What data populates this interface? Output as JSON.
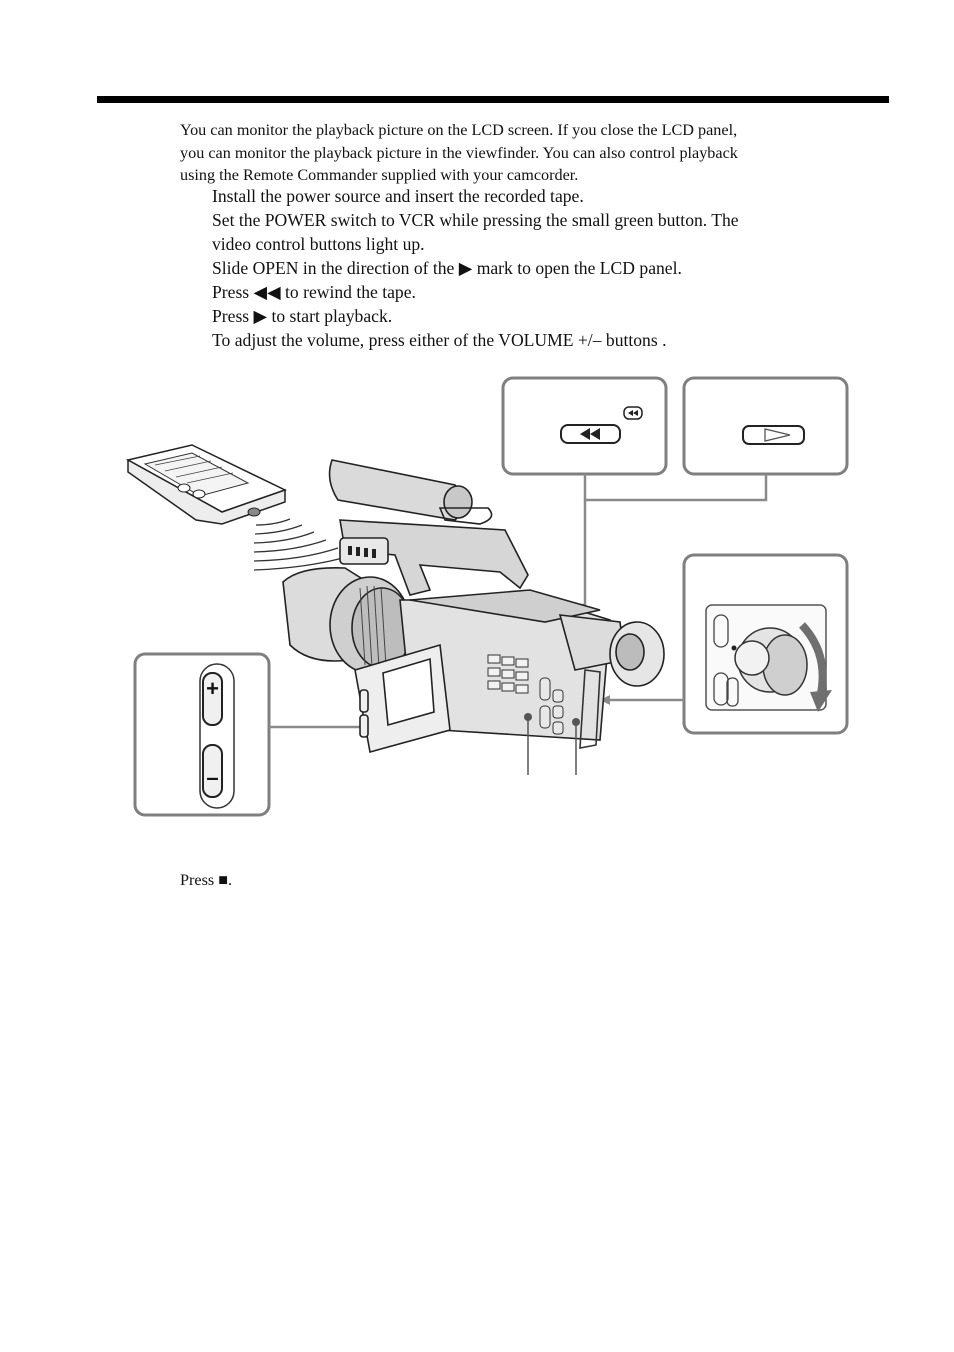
{
  "intro_lines": [
    "You can monitor the playback picture on the LCD screen. If you close the LCD panel,",
    "you can monitor the playback picture in the viewfinder. You can also control playback",
    "using the Remote Commander supplied with your camcorder."
  ],
  "steps": [
    "Install the power source and insert the recorded tape.",
    "Set the POWER switch to VCR while pressing the small green button. The",
    "video control buttons light up.",
    "Slide OPEN in the direction of the ▶ mark to open the LCD panel.",
    "Press ◀◀ to rewind the tape.",
    "Press ▶ to start playback.",
    "To adjust the volume, press either of the VOLUME +/– buttons ."
  ],
  "figure": {
    "volume_plus": "+",
    "volume_minus": "–"
  },
  "stop_note": "Press ■."
}
